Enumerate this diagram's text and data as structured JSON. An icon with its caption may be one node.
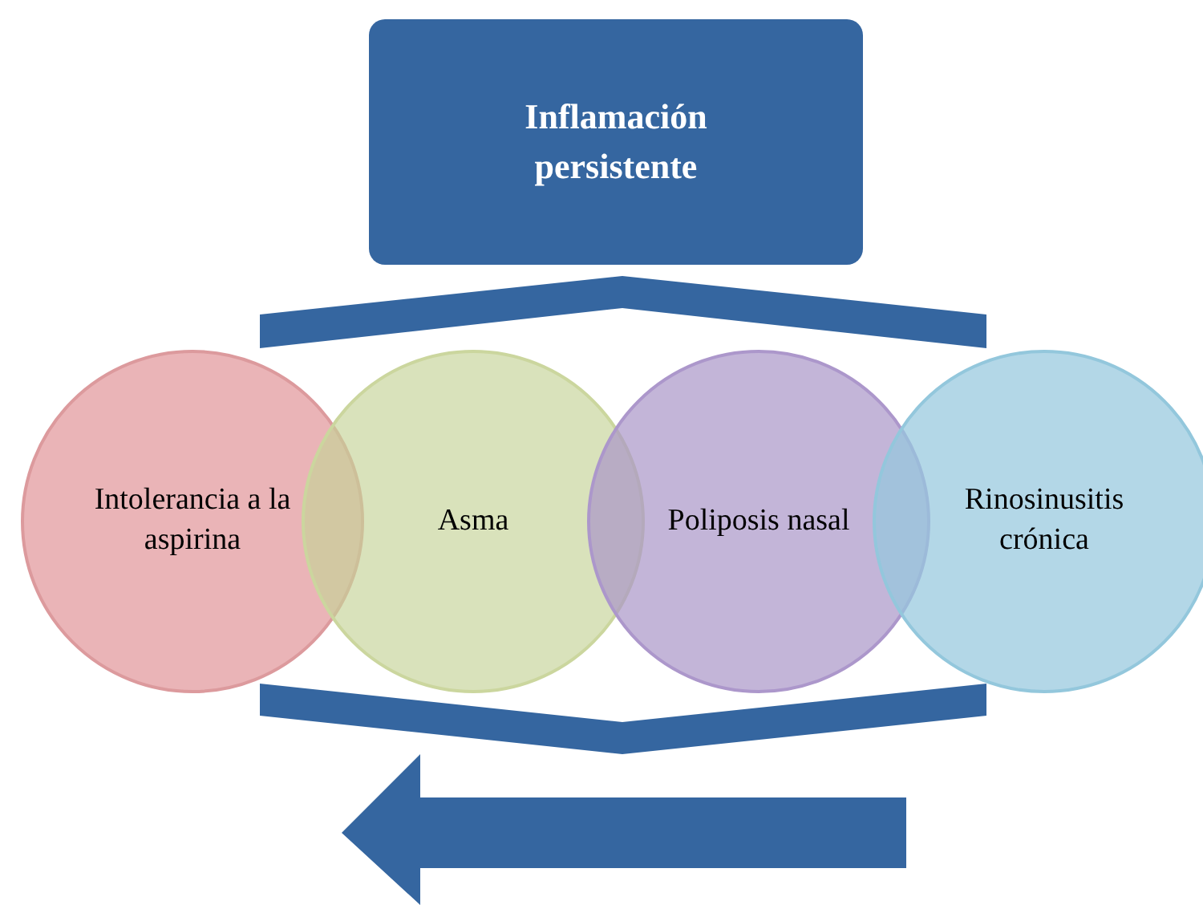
{
  "diagram": {
    "nodes": [
      {
        "text": [
          "Inflamación persistente"
        ]
      },
      {
        "text": [
          "Intolerancia a la aspirina"
        ]
      },
      {
        "text": [
          "Asma"
        ]
      },
      {
        "text": [
          "Poliposis nasal"
        ]
      },
      {
        "text": [
          "Rinosinusitis crónica"
        ]
      }
    ]
  }
}
